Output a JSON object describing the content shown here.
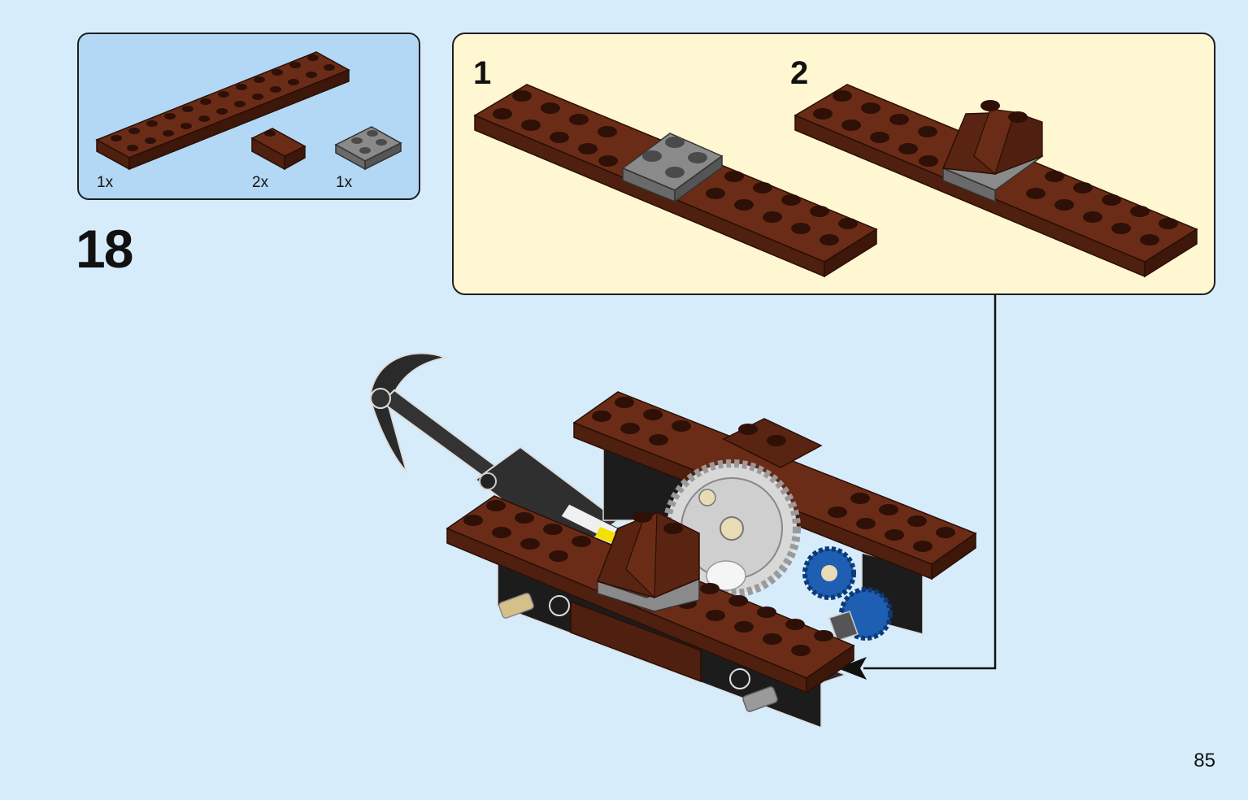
{
  "parts": [
    {
      "qty": "1x",
      "part_icon": "brown-plate-1x12-icon"
    },
    {
      "qty": "2x",
      "part_icon": "brown-slope-icon"
    },
    {
      "qty": "1x",
      "part_icon": "gray-plate-2x2-icon"
    }
  ],
  "step_number": "18",
  "substeps": [
    {
      "label": "1"
    },
    {
      "label": "2"
    }
  ],
  "page_number": "85",
  "colors": {
    "background": "#d6ecfb",
    "parts_box": "#b3d8f5",
    "substep_box": "#fff6d2",
    "brown": "#6b2c17",
    "gray": "#7a7a7a",
    "black": "#1c1c1c",
    "blue": "#1e5fb4"
  }
}
